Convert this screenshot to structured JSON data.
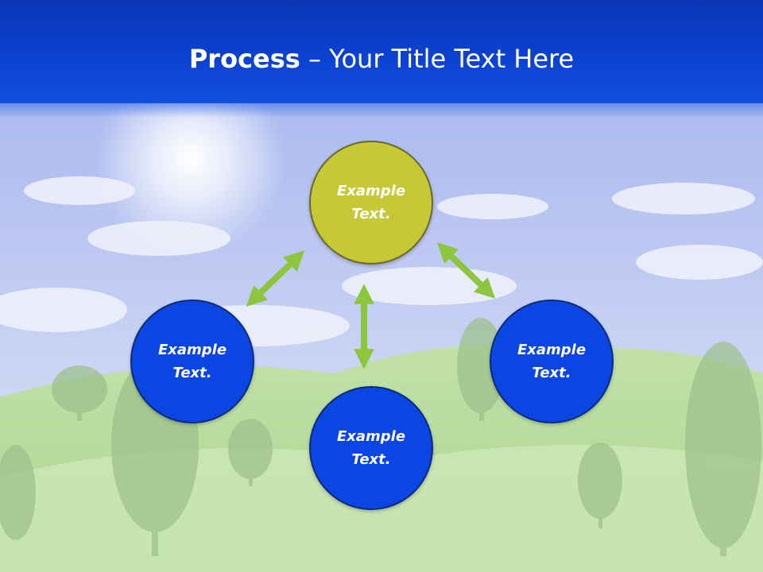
{
  "title": {
    "bold": "Process",
    "rest": " – Your Title Text Here"
  },
  "nodes": {
    "center": "Example Text.",
    "left": "Example Text.",
    "right": "Example Text.",
    "bottom": "Example Text."
  },
  "colors": {
    "title_bar": "#0c43d2",
    "center_node": "#c6c935",
    "outer_node": "#0b45e4",
    "arrow": "#8cc63f"
  }
}
